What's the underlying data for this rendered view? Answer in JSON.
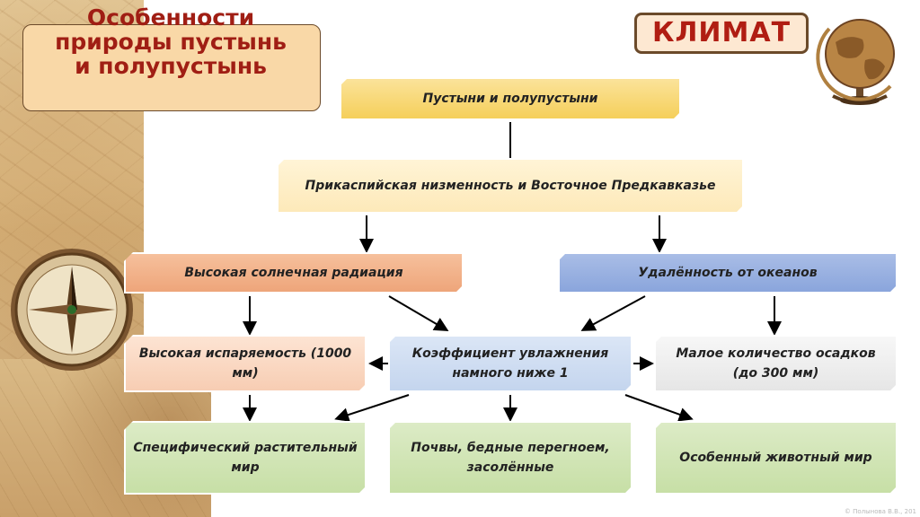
{
  "title": "Особенности природы пустынь и полупустынь",
  "badge": "КЛИМАТ",
  "nodes": {
    "deserts": "Пустыни и полупустыни",
    "region": "Прикаспийская низменность и Восточное Предкавказье",
    "radiation": "Высокая солнечная радиация",
    "ocean": "Удалённость от океанов",
    "evaporation": "Высокая испаряемость (1000 мм)",
    "humidity": "Коэффициент увлажнения намного ниже 1",
    "precipitation": "Малое количество осадков (до 300 мм)",
    "flora": "Специфический растительный мир",
    "soils": "Почвы, бедные перегноем, засолённые",
    "fauna": "Особенный животный мир"
  },
  "copyright": "© Полынова В.В., 201",
  "colors": {
    "title_text": "#a01e14",
    "title_bg": "#f9d8a7",
    "badge_text": "#b01d13",
    "yellow": "#f5cf5a",
    "orange": "#eea57a",
    "blue": "#8aa5dc",
    "green": "#c7dfa6"
  },
  "icons": [
    "compass-icon",
    "globe-icon"
  ]
}
